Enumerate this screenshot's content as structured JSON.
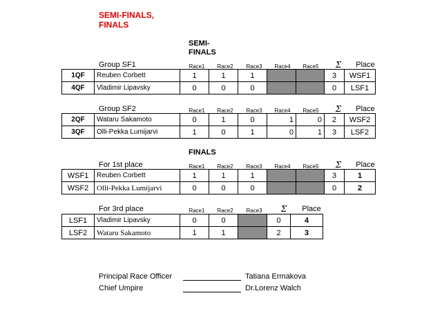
{
  "title": [
    "SEMI-FINALS,",
    "FINALS"
  ],
  "semi_heading": [
    "SEMI-",
    "FINALS"
  ],
  "finals_heading": "FINALS",
  "race_labels": [
    "Race1",
    "Race2",
    "Race3",
    "Race4",
    "Race5"
  ],
  "sigma": "Σ",
  "place_label": "Place",
  "sf1": {
    "group": "Group SF1",
    "rows": [
      {
        "id": "1QF",
        "name": "Reuben Corbett",
        "r1": "1",
        "r2": "1",
        "r3": "1",
        "r4": "",
        "r5": "",
        "sum": "3",
        "place": "WSF1"
      },
      {
        "id": "4QF",
        "name": "Vladimir Lipavsky",
        "r1": "0",
        "r2": "0",
        "r3": "0",
        "r4": "",
        "r5": "",
        "sum": "0",
        "place": "LSF1"
      }
    ]
  },
  "sf2": {
    "group": "Group SF2",
    "rows": [
      {
        "id": "2QF",
        "name": "Wataru Sakamoto",
        "r1": "0",
        "r2": "1",
        "r3": "0",
        "r4": "1",
        "r5": "0",
        "sum": "2",
        "place": "WSF2"
      },
      {
        "id": "3QF",
        "name": "Olli-Pekka Lumijarvi",
        "r1": "1",
        "r2": "0",
        "r3": "1",
        "r4": "0",
        "r5": "1",
        "sum": "3",
        "place": "LSF2"
      }
    ]
  },
  "first": {
    "group": "For 1st place",
    "rows": [
      {
        "id": "WSF1",
        "name": "Reuben Corbett",
        "r1": "1",
        "r2": "1",
        "r3": "1",
        "sum": "3",
        "place": "1"
      },
      {
        "id": "WSF2",
        "name": "Olli-Pekka Lumijarvi",
        "r1": "0",
        "r2": "0",
        "r3": "0",
        "sum": "0",
        "place": "2"
      }
    ]
  },
  "third": {
    "group": "For 3rd place",
    "race_labels": [
      "Race1",
      "Race2",
      "Race3"
    ],
    "rows": [
      {
        "id": "LSF1",
        "name": "Vladimir Lipavsky",
        "r1": "0",
        "r2": "0",
        "sum": "0",
        "place": "4"
      },
      {
        "id": "LSF2",
        "name": "Wataru Sakamoto",
        "r1": "1",
        "r2": "1",
        "sum": "2",
        "place": "3"
      }
    ]
  },
  "officials": [
    {
      "role": "Principal Race Officer",
      "name": "Tatiana Ermakova"
    },
    {
      "role": "Chief Umpire",
      "name": "Dr.Lorenz Walch"
    }
  ],
  "colors": {
    "title": "#e00000",
    "shaded_cell": "#8c8c8c"
  }
}
